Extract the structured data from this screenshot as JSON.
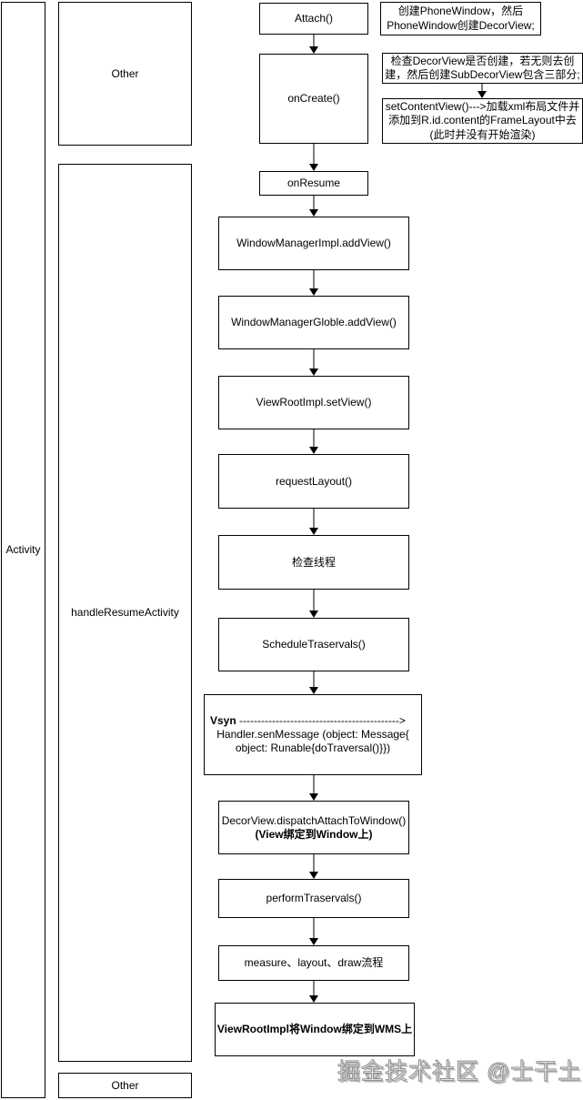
{
  "watermark": "掘金技术社区 @士干土",
  "lanes": {
    "activity": "Activity",
    "other_top": "Other",
    "handle_resume": "handleResumeActivity",
    "other_bottom": "Other"
  },
  "flow": {
    "attach": "Attach()",
    "on_create": "onCreate()",
    "on_resume": "onResume",
    "wm_impl_add_view": "WindowManagerImpl.addView()",
    "wm_globle_add_view": "WindowManagerGloble.addView()",
    "view_root_set_view": "ViewRootImpl.setView()",
    "request_layout": "requestLayout()",
    "check_thread": "检查线程",
    "schedule_traservals": "ScheduleTraservals()",
    "vsyn": {
      "label": "Vsyn",
      "arrow": "-------------------------------------------->",
      "line2": "Handler.senMessage (object: Message{",
      "line3": "object: Runable{doTraversal()}})"
    },
    "decor_view_dispatch": {
      "line1": "DecorView.dispatchAttachToWindow()",
      "line2": "(View绑定到Window上)"
    },
    "perform_traservals": "performTraservals()",
    "measure_layout_draw": "measure、layout、draw流程",
    "view_root_bind_wms": "ViewRootImpl将Window绑定到WMS上"
  },
  "annotations": {
    "create_phone_window": [
      "创建PhoneWindow，然后",
      "PhoneWindow创建DecorView;"
    ],
    "check_decor_view": [
      "检查DecorView是否创建，若无则去创",
      "建，然后创建SubDecorView包含三部分;"
    ],
    "set_content_view": [
      "setContentView()--->加载xml布局文件并",
      "添加到R.id.content的FrameLayout中去",
      "(此时并没有开始渲染)"
    ]
  }
}
